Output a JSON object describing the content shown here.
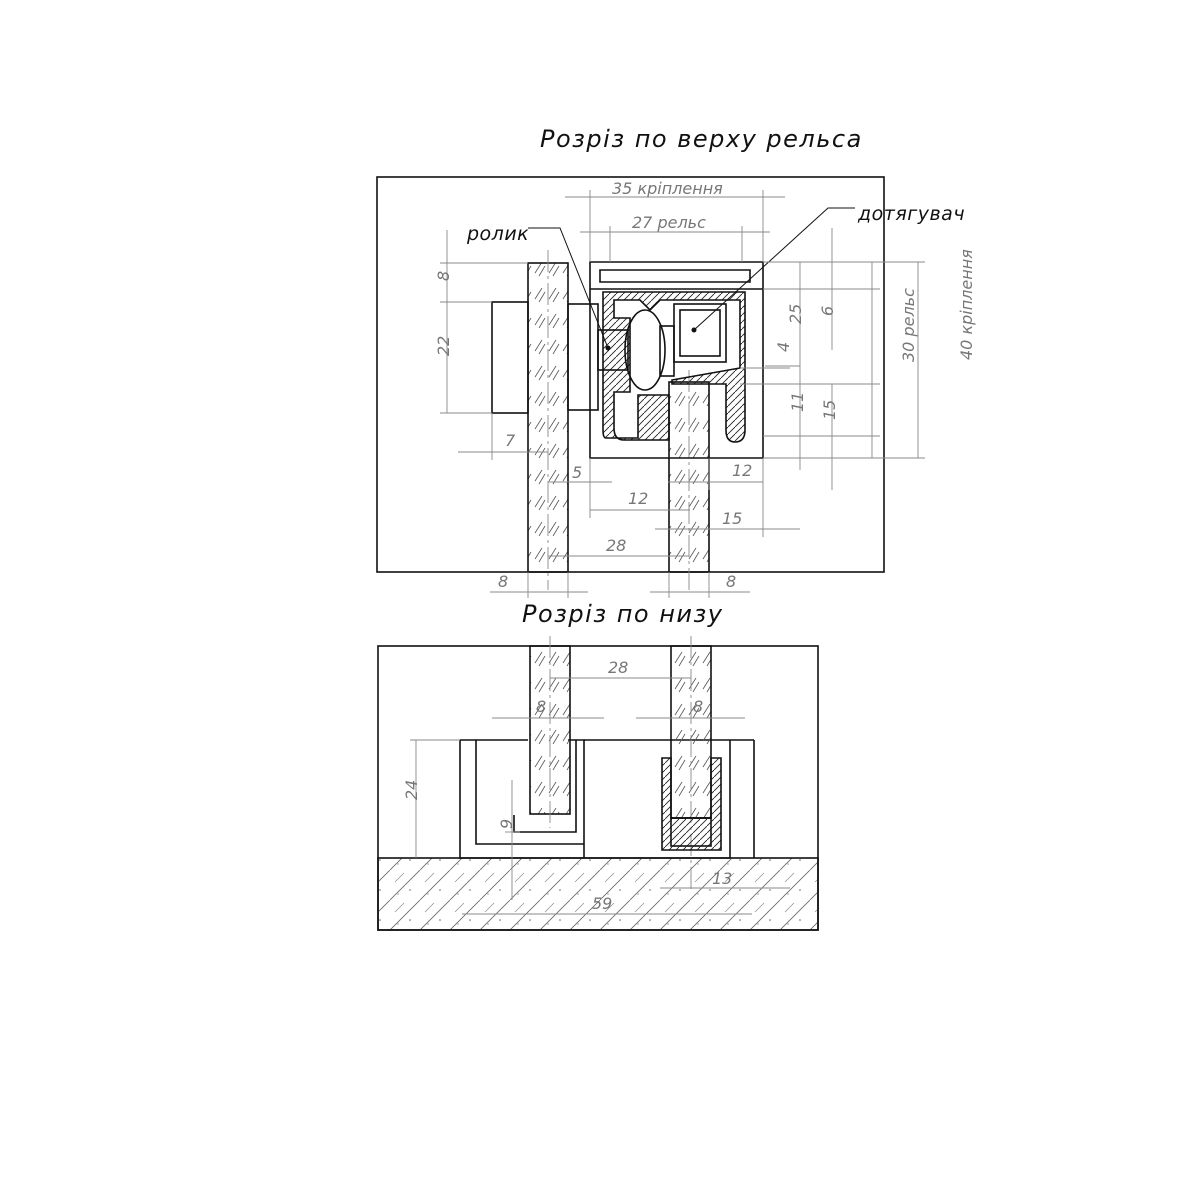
{
  "top_section": {
    "title": "Розріз по верху рельса",
    "label_roller": "ролик",
    "label_tensioner": "дотягувач",
    "dims": {
      "mount_35": "35 кріплення",
      "rail_27": "27 рельс",
      "d8_left": "8",
      "d22": "22",
      "d7": "7",
      "d5": "5",
      "d12_mid": "12",
      "d12_right": "12",
      "d15_bottom": "15",
      "d28": "28",
      "d8_bl": "8",
      "d8_br": "8",
      "d25": "25",
      "d6": "6",
      "d4": "4",
      "d11": "11",
      "d15_right": "15",
      "rail_30": "30 рельс",
      "mount_40": "40 кріплення"
    }
  },
  "bottom_section": {
    "title": "Розріз по низу",
    "dims": {
      "d28": "28",
      "d8_left": "8",
      "d8_right": "8",
      "d24": "24",
      "d9": "9",
      "d13": "13",
      "d59": "59"
    }
  }
}
